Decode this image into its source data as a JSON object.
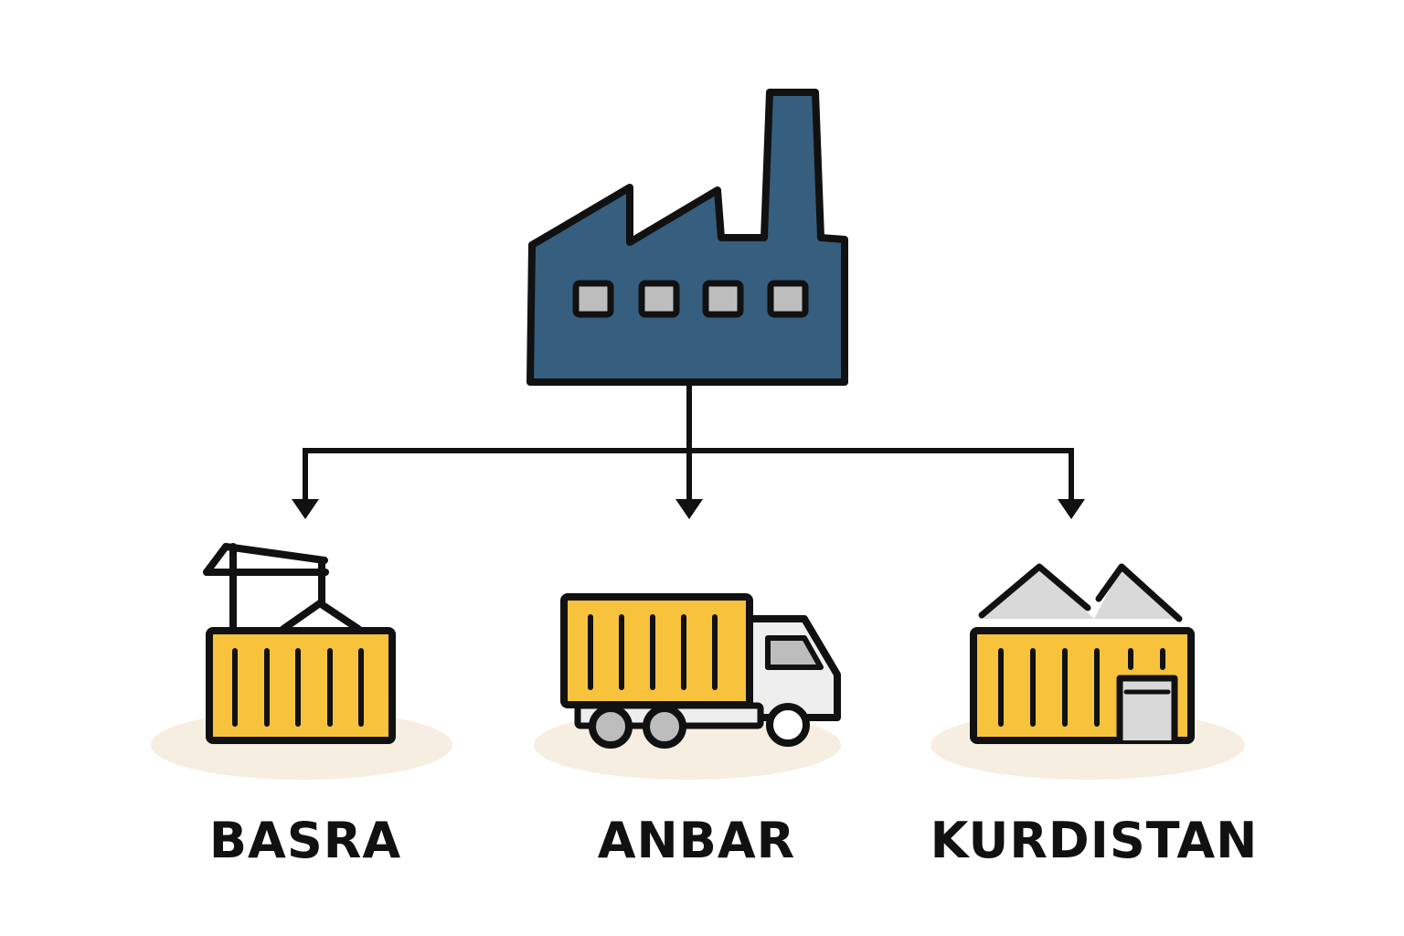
{
  "diagram": {
    "source": {
      "name": "factory",
      "icon": "factory-icon"
    },
    "destinations": [
      {
        "label": "BASRA",
        "icon": "port-crane-container-icon"
      },
      {
        "label": "ANBAR",
        "icon": "container-truck-icon"
      },
      {
        "label": "KURDISTAN",
        "icon": "warehouse-icon"
      }
    ],
    "colors": {
      "factory": "#365e7e",
      "container": "#f8c33c",
      "outline": "#111111",
      "window": "#bdbdbd",
      "roof": "#d9d9d9",
      "truck_cab": "#eeeeee",
      "ground_shadow": "#f6eee0",
      "connector": "#111111"
    }
  }
}
